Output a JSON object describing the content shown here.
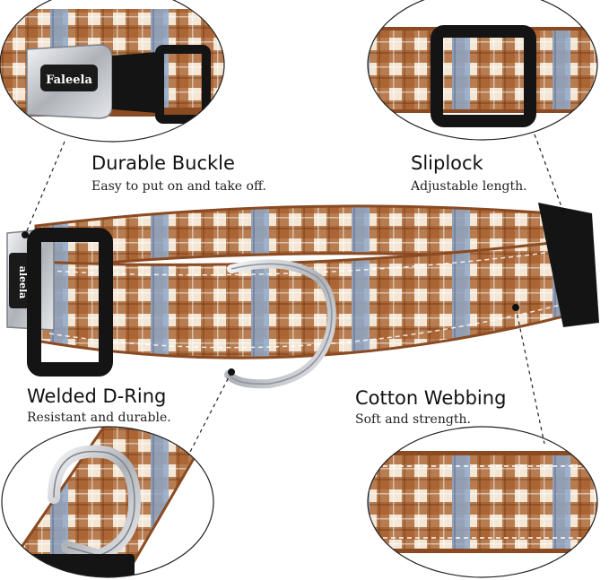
{
  "brand": {
    "logo_text": "Faleela",
    "collar_buckle_text": "aleela"
  },
  "colors": {
    "plaid_brown": "#a85d2c",
    "plaid_cream": "#f3e6d4",
    "plaid_blue": "#8fa8c8",
    "buckle_black": "#151515",
    "ring_silver": "#c9ccd1"
  },
  "features": {
    "buckle": {
      "title": "Durable Buckle",
      "subtitle": "Easy to put on and take off."
    },
    "sliplock": {
      "title": "Sliplock",
      "subtitle": "Adjustable length."
    },
    "dring": {
      "title": "Welded D-Ring",
      "subtitle": "Resistant and durable."
    },
    "webbing": {
      "title": "Cotton Webbing",
      "subtitle": "Soft and strength."
    }
  }
}
